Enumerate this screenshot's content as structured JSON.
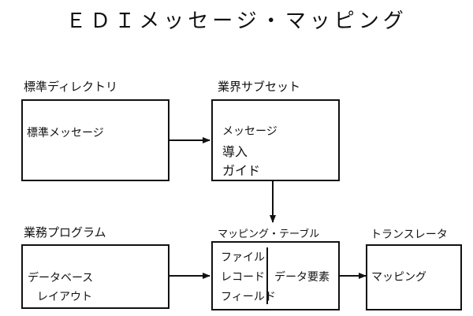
{
  "title": "ＥＤＩメッセージ・マッピング",
  "standard_directory": {
    "label": "標準ディレクトリ",
    "content": "標準メッセージ"
  },
  "industry_subset": {
    "label": "業界サブセット",
    "content": [
      "メッセージ",
      "導入",
      "ガイド"
    ]
  },
  "business_program": {
    "label": "業務プログラム",
    "content": [
      "データベース",
      "レイアウト"
    ]
  },
  "mapping_table": {
    "label": "マッピング・テーブル",
    "fields": [
      "ファイル",
      "レコード",
      "フィールド"
    ],
    "element": "データ要素"
  },
  "translator": {
    "label": "トランスレータ",
    "content": "マッピング"
  }
}
